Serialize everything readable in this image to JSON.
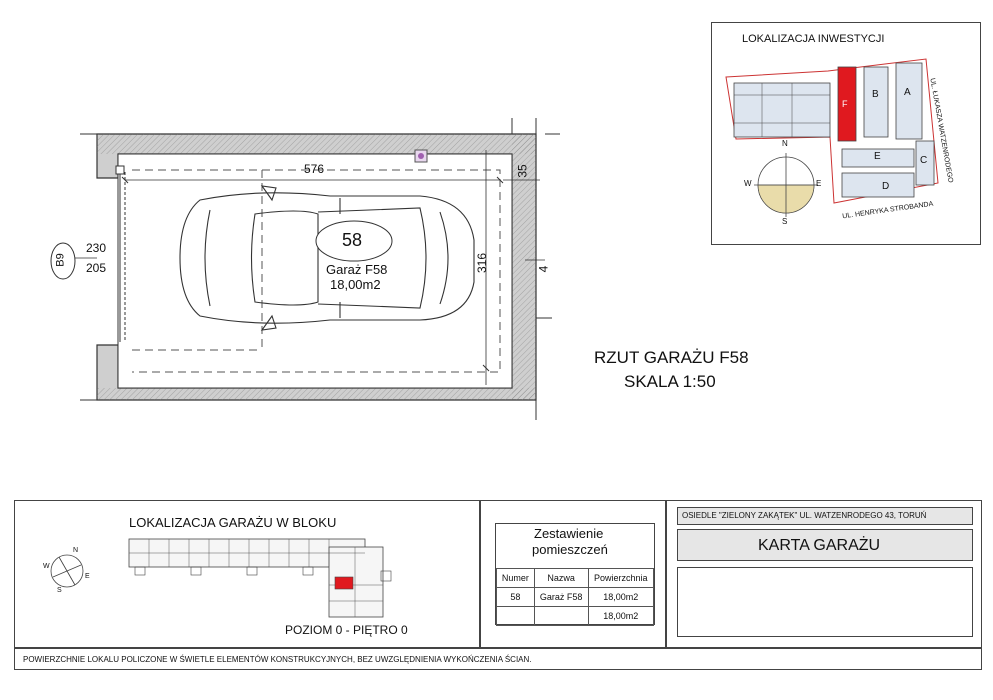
{
  "plan": {
    "dim_top": "576",
    "dim_top_right": "35",
    "dim_left_outer": "230",
    "dim_left_inner": "205",
    "dim_right_vertical": "316",
    "dim_right_small": "4",
    "axis_label": "B9",
    "garage_number": "58",
    "garage_name": "Garaż F58",
    "garage_area": "18,00m2"
  },
  "plan_title": {
    "line1": "RZUT GARAŻU F58",
    "line2": "SKALA 1:50"
  },
  "location_investment": {
    "title": "LOKALIZACJA INWESTYCJI",
    "street_right": "UL. ŁUKASZA WATZENRODEGO",
    "street_bottom": "UL. HENRYKA STROBANDA",
    "building_labels": [
      "F",
      "B",
      "A",
      "E",
      "C",
      "D"
    ],
    "compass": {
      "n": "N",
      "s": "S",
      "e": "E",
      "w": "W"
    },
    "highlight_color": "#e0191f"
  },
  "location_block": {
    "title": "LOKALIZACJA GARAŻU W BLOKU",
    "level": "POZIOM 0 - PIĘTRO 0",
    "compass": {
      "n": "N",
      "s": "S",
      "e": "E",
      "w": "W"
    }
  },
  "rooms_table": {
    "title_line1": "Zestawienie",
    "title_line2": "pomieszczeń",
    "headers": [
      "Numer",
      "Nazwa",
      "Powierzchnia"
    ],
    "rows": [
      {
        "numer": "58",
        "nazwa": "Garaż F58",
        "powierzchnia": "18,00m2"
      }
    ],
    "total": "18,00m2"
  },
  "info": {
    "estate": "OSIEDLE \"ZIELONY ZAKĄTEK\" UL. WATZENRODEGO 43, TORUŃ",
    "card_title": "KARTA GARAŻU"
  },
  "footer_note": "POWIERZCHNIE LOKALU POLICZONE W ŚWIETLE ELEMENTÓW KONSTRUKCYJNYCH, BEZ UWZGLĘDNIENIA WYKOŃCZENIA ŚCIAN."
}
